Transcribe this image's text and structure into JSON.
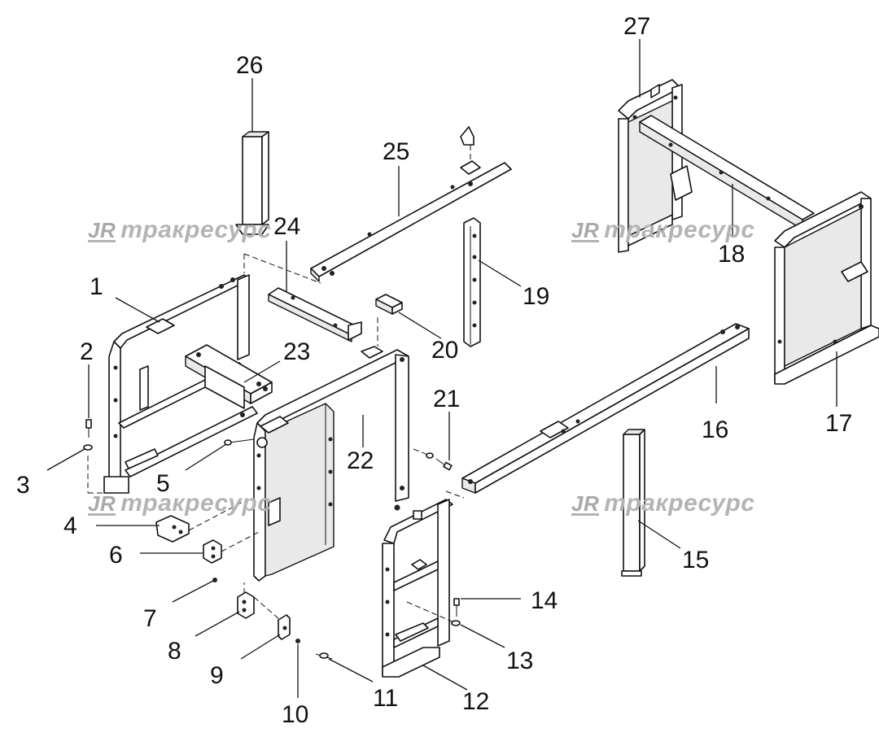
{
  "callouts": [
    "1",
    "2",
    "3",
    "4",
    "5",
    "6",
    "7",
    "8",
    "9",
    "10",
    "11",
    "12",
    "13",
    "14",
    "15",
    "16",
    "17",
    "18",
    "19",
    "20",
    "21",
    "22",
    "23",
    "24",
    "25",
    "26",
    "27"
  ],
  "watermark": {
    "logo": "ЈR",
    "text": "тракресурс"
  }
}
